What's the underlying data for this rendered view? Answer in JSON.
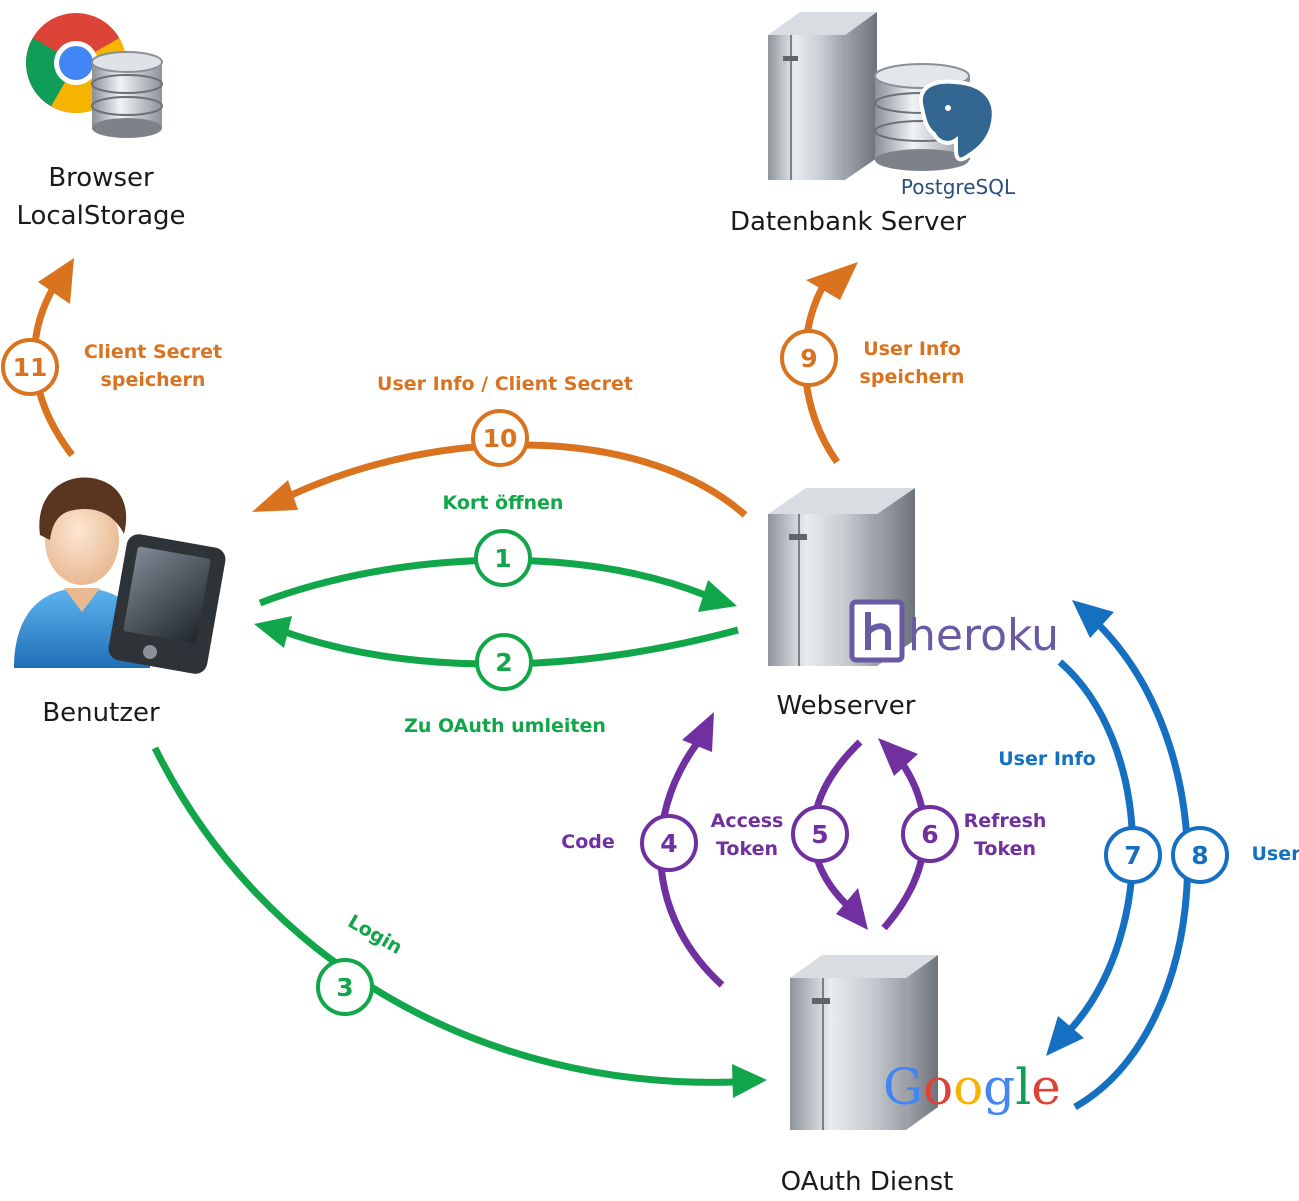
{
  "colors": {
    "orange": "#d9731f",
    "green": "#12a64a",
    "purple": "#7030a0",
    "blue": "#1570c2"
  },
  "nodes": {
    "browser": {
      "line1": "Browser",
      "line2": "LocalStorage",
      "icon": "chrome-database-icon"
    },
    "database": {
      "label": "Datenbank Server",
      "logo": "PostgreSQL",
      "icon": "server-database-icon"
    },
    "user": {
      "label": "Benutzer",
      "icon": "user-with-phone-icon"
    },
    "webserver": {
      "label": "Webserver",
      "logo": "heroku",
      "icon": "server-icon"
    },
    "oauth": {
      "label": "OAuth Dienst",
      "logo": "Google",
      "icon": "server-icon"
    }
  },
  "steps": [
    {
      "num": "1",
      "label_lines": [
        "Kort öffnen"
      ],
      "color": "green",
      "from": "Benutzer",
      "to": "Webserver"
    },
    {
      "num": "2",
      "label_lines": [
        "Zu OAuth umleiten"
      ],
      "color": "green",
      "from": "Webserver",
      "to": "Benutzer"
    },
    {
      "num": "3",
      "label_lines": [
        "Login"
      ],
      "color": "green",
      "from": "Benutzer",
      "to": "OAuth Dienst"
    },
    {
      "num": "4",
      "label_lines": [
        "Code"
      ],
      "color": "purple",
      "from": "OAuth Dienst",
      "to": "Webserver"
    },
    {
      "num": "5",
      "label_lines": [
        "Access",
        "Token"
      ],
      "color": "purple",
      "from": "Webserver",
      "to": "OAuth Dienst"
    },
    {
      "num": "6",
      "label_lines": [
        "Refresh",
        "Token"
      ],
      "color": "purple",
      "from": "OAuth Dienst",
      "to": "Webserver"
    },
    {
      "num": "7",
      "label_lines": [
        "User Info"
      ],
      "color": "blue",
      "from": "Webserver",
      "to": "OAuth Dienst"
    },
    {
      "num": "8",
      "label_lines": [
        "User"
      ],
      "color": "blue",
      "from": "OAuth Dienst",
      "to": "Webserver"
    },
    {
      "num": "9",
      "label_lines": [
        "User Info",
        "speichern"
      ],
      "color": "orange",
      "from": "Webserver",
      "to": "Datenbank Server"
    },
    {
      "num": "10",
      "label_lines": [
        "User Info / Client Secret"
      ],
      "color": "orange",
      "from": "Webserver",
      "to": "Benutzer"
    },
    {
      "num": "11",
      "label_lines": [
        "Client Secret",
        "speichern"
      ],
      "color": "orange",
      "from": "Benutzer",
      "to": "Browser LocalStorage"
    }
  ]
}
